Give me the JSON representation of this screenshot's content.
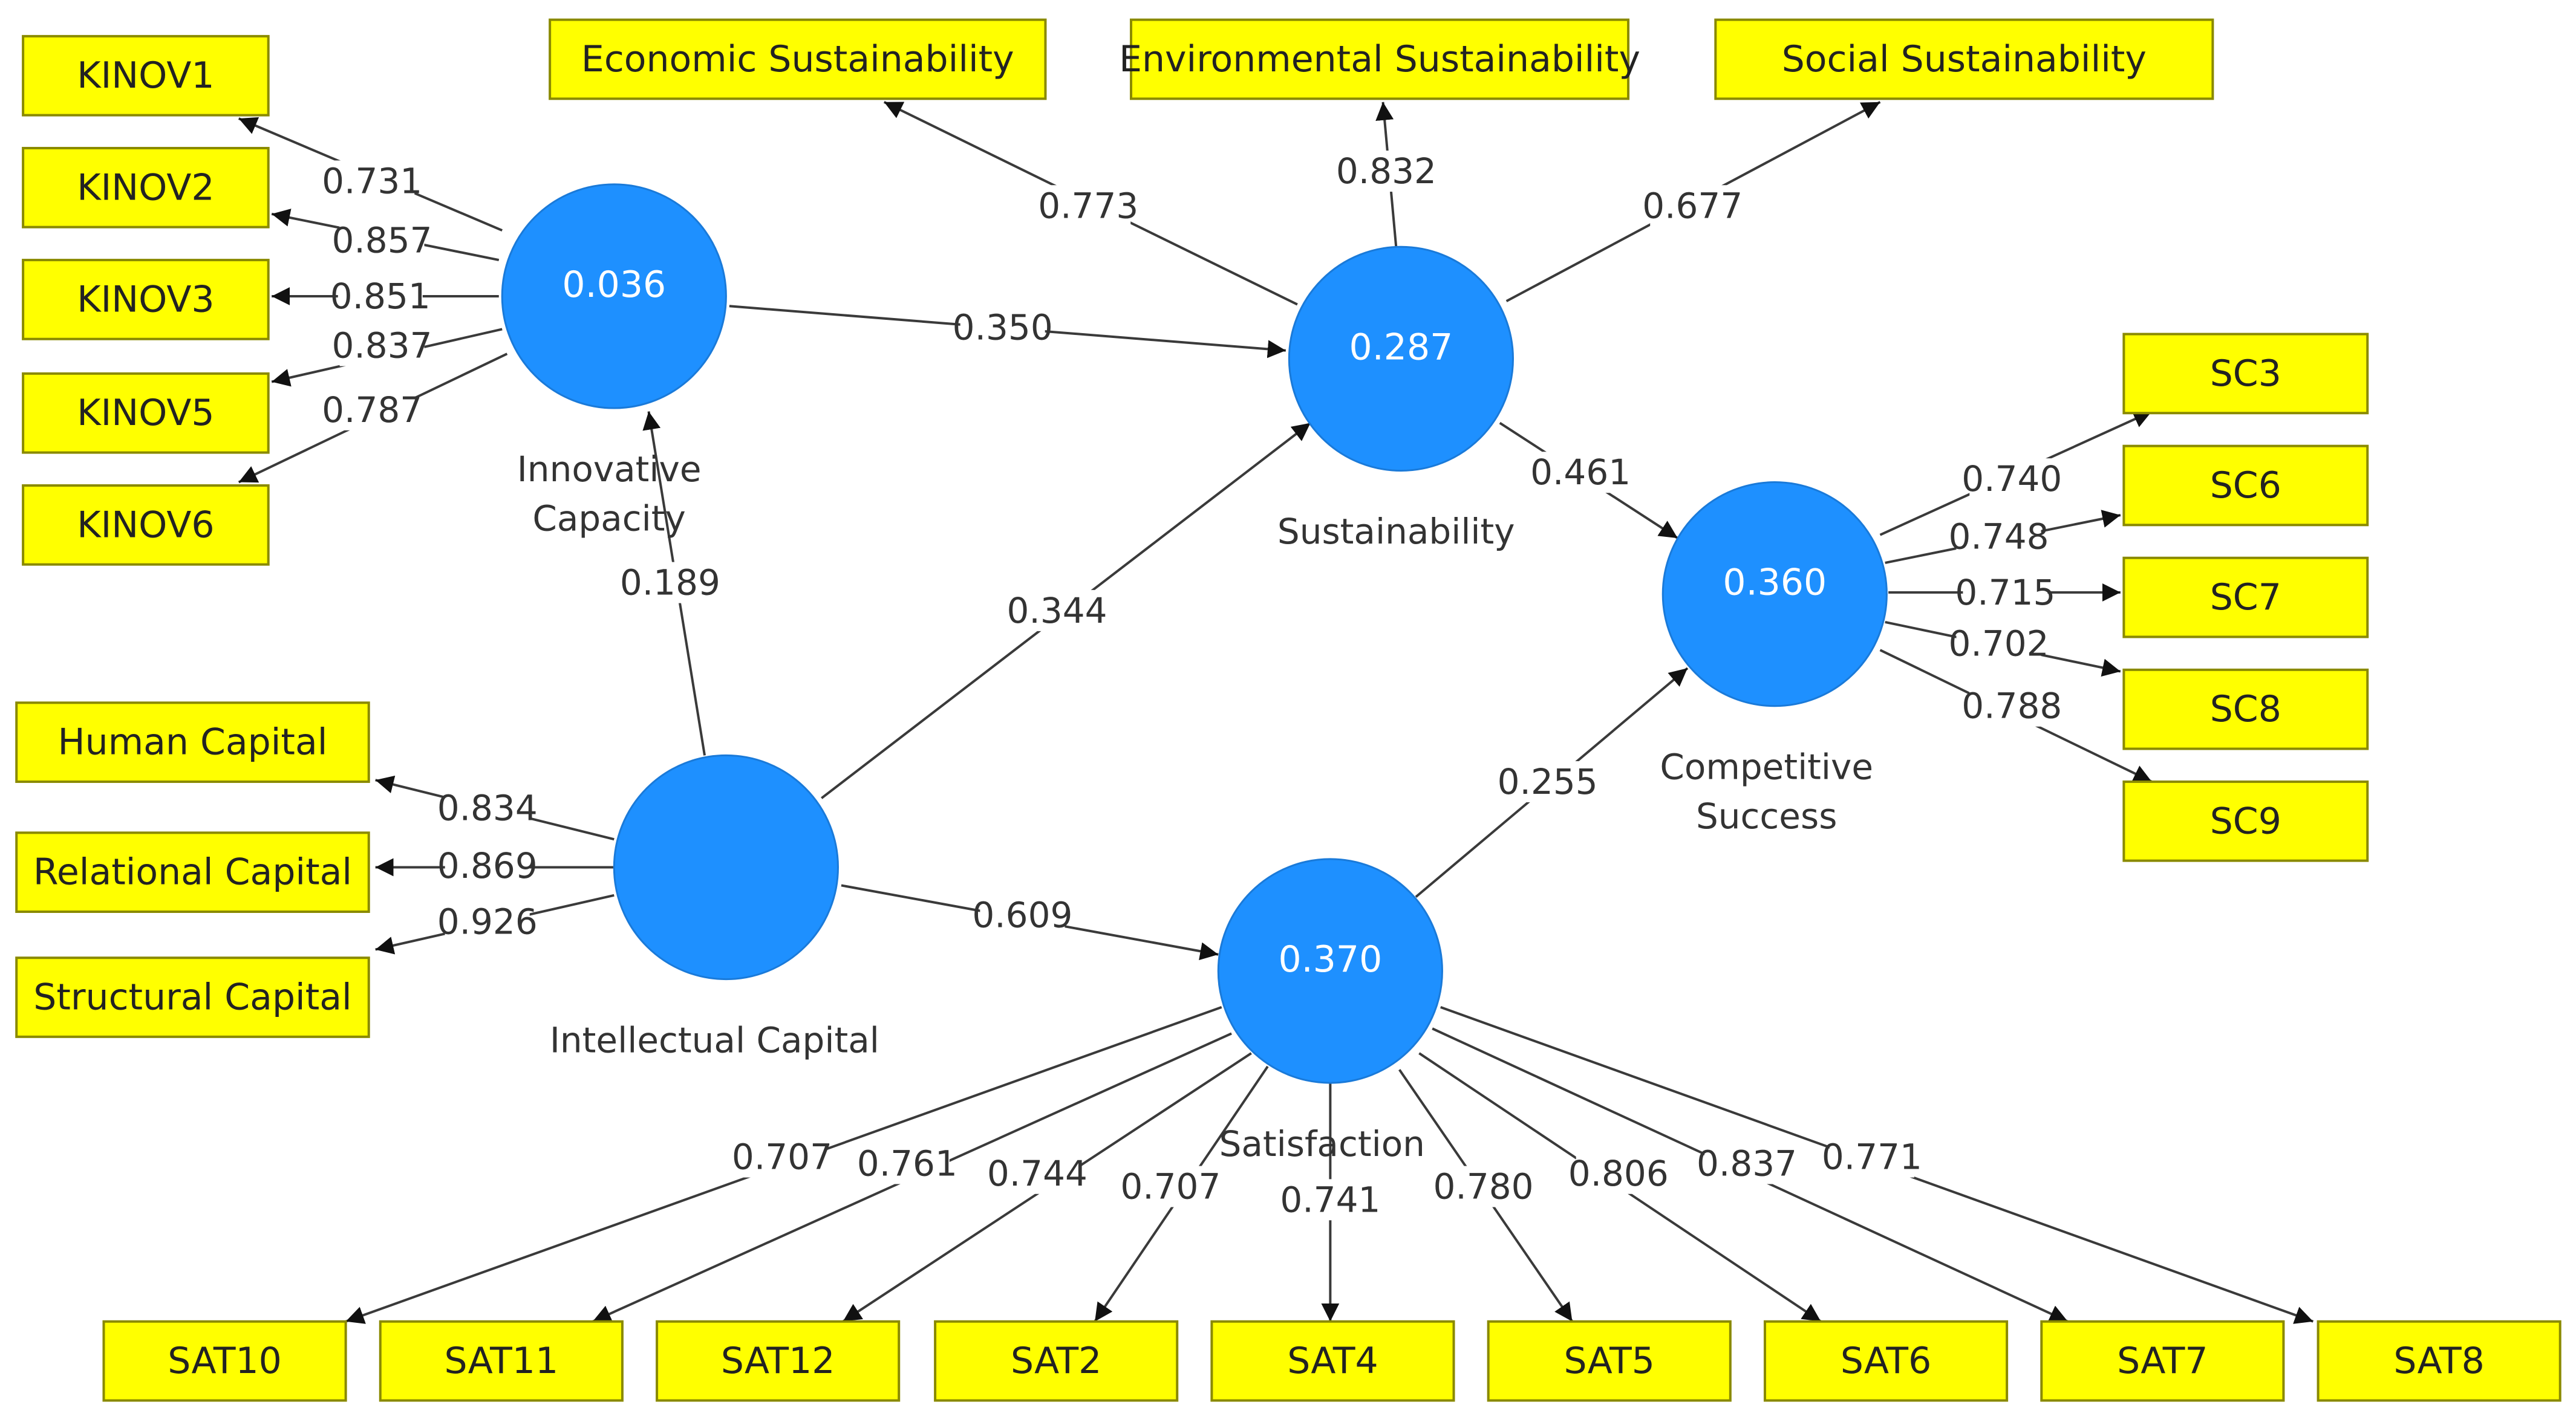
{
  "constructs": {
    "innovative_capacity": {
      "name_line1": "Innovative",
      "name_line2": "Capacity",
      "r2": "0.036"
    },
    "sustainability": {
      "name": "Sustainability",
      "r2": "0.287"
    },
    "competitive_success": {
      "name_line1": "Competitive",
      "name_line2": "Success",
      "r2": "0.360"
    },
    "intellectual_capital": {
      "name": "Intellectual Capital",
      "r2": ""
    },
    "satisfaction": {
      "name": "Satisfaction",
      "r2": "0.370"
    }
  },
  "indicators": {
    "kinov1": "KINOV1",
    "kinov2": "KINOV2",
    "kinov3": "KINOV3",
    "kinov5": "KINOV5",
    "kinov6": "KINOV6",
    "economic": "Economic Sustainability",
    "environmental": "Environmental Sustainability",
    "social": "Social Sustainability",
    "sc3": "SC3",
    "sc6": "SC6",
    "sc7": "SC7",
    "sc8": "SC8",
    "sc9": "SC9",
    "human": "Human Capital",
    "relational": "Relational Capital",
    "structural": "Structural Capital",
    "sat10": "SAT10",
    "sat11": "SAT11",
    "sat12": "SAT12",
    "sat2": "SAT2",
    "sat4": "SAT4",
    "sat5": "SAT5",
    "sat6": "SAT6",
    "sat7": "SAT7",
    "sat8": "SAT8"
  },
  "loadings": {
    "kinov1": "0.731",
    "kinov2": "0.857",
    "kinov3": "0.851",
    "kinov5": "0.837",
    "kinov6": "0.787",
    "economic": "0.773",
    "environmental": "0.832",
    "social": "0.677",
    "sc3": "0.740",
    "sc6": "0.748",
    "sc7": "0.715",
    "sc8": "0.702",
    "sc9": "0.788",
    "human": "0.834",
    "relational": "0.869",
    "structural": "0.926",
    "sat10": "0.707",
    "sat11": "0.761",
    "sat12": "0.744",
    "sat2": "0.707",
    "sat4": "0.741",
    "sat5": "0.780",
    "sat6": "0.806",
    "sat7": "0.837",
    "sat8": "0.771"
  },
  "paths": {
    "ic_to_innov": "0.189",
    "innov_to_sust": "0.350",
    "ic_to_sust": "0.344",
    "ic_to_sat": "0.609",
    "sust_to_cs": "0.461",
    "sat_to_cs": "0.255"
  },
  "colors": {
    "indicator_fill": "#ffff00",
    "construct_fill": "#1e90ff",
    "line": "#3a3a3a"
  }
}
